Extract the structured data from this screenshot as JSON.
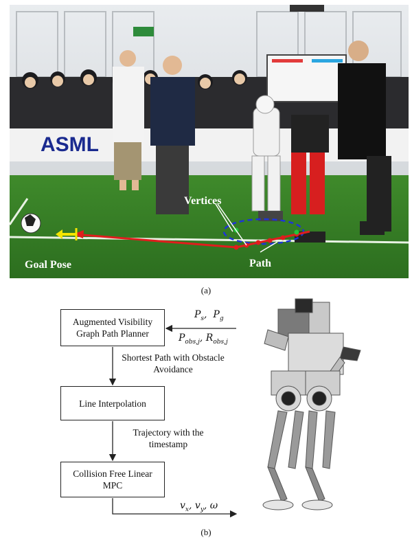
{
  "figure": {
    "panel_a": {
      "caption": "(a)",
      "sponsor_banner": "ASML",
      "annotations": {
        "vertices": "Vertices",
        "goal_pose": "Goal Pose",
        "path": "Path"
      },
      "colors": {
        "path": "#e01d1d",
        "goal": "#f4e500",
        "obstacle_circle": "#1e35d8",
        "vertex": "#23c23a"
      }
    },
    "panel_b": {
      "caption": "(b)",
      "blocks": {
        "planner": "Augmented Visibility Graph Path Planner",
        "interp": "Line Interpolation",
        "mpc": "Collision Free Linear MPC"
      },
      "edges": {
        "e1": "Shortest Path with Obstacle Avoidance",
        "e2": "Trajectory with the timestamp"
      }
    }
  }
}
